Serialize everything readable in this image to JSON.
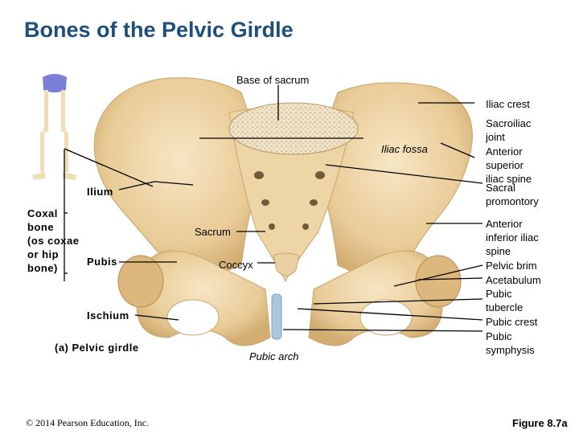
{
  "title": "Bones of the Pelvic Girdle",
  "labels": {
    "base_of_sacrum": "Base of sacrum",
    "iliac_crest": "Iliac crest",
    "sacroiliac_joint": "Sacroiliac\njoint",
    "iliac_fossa": "Iliac fossa",
    "anterior_superior_iliac_spine": "Anterior\nsuperior\niliac spine",
    "sacral_promontory": "Sacral\npromontory",
    "ilium": "Ilium",
    "coxal_bone": "Coxal\nbone\n(os coxae\nor hip\nbone)",
    "sacrum": "Sacrum",
    "pubis": "Pubis",
    "coccyx": "Coccyx",
    "anterior_inferior_iliac_spine": "Anterior\ninferior iliac\nspine",
    "pelvic_brim": "Pelvic brim",
    "acetabulum": "Acetabulum",
    "pubic_tubercle": "Pubic\ntubercle",
    "pubic_crest": "Pubic crest",
    "pubic_symphysis": "Pubic\nsymphysis",
    "ischium": "Ischium",
    "pubic_arch": "Pubic arch",
    "panel_caption": "(a) Pelvic girdle"
  },
  "footer": {
    "copyright": "© 2014 Pearson Education, Inc.",
    "figure_number": "Figure 8.7a"
  }
}
